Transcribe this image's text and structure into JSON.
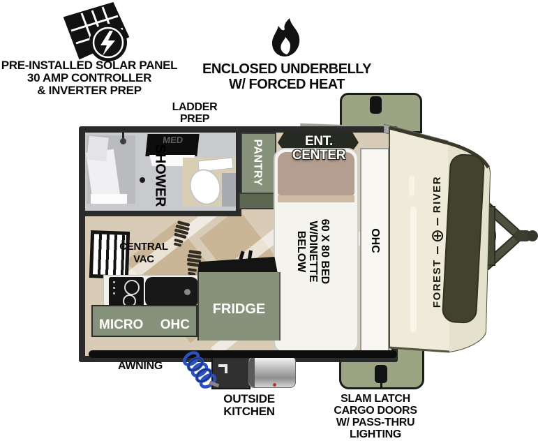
{
  "callouts": {
    "solar": {
      "icon": "solar-panel-icon",
      "lines": [
        "PRE-INSTALLED SOLAR PANEL",
        "30 AMP CONTROLLER",
        "& INVERTER PREP"
      ]
    },
    "underbelly": {
      "icon": "flame-icon",
      "lines": [
        "ENCLOSED UNDERBELLY",
        "W/ FORCED HEAT"
      ]
    },
    "ladder_prep": {
      "lines": [
        "LADDER",
        "PREP"
      ]
    },
    "awning": {
      "label": "AWNING"
    },
    "outside_kitchen": {
      "lines": [
        "OUTSIDE",
        "KITCHEN"
      ]
    },
    "slam_latch": {
      "lines": [
        "SLAM LATCH",
        "CARGO DOORS",
        "W/ PASS-THRU",
        "LIGHTING"
      ]
    }
  },
  "floorplan": {
    "shower_label": "SHOWER",
    "med_label": "MED",
    "pantry_label": "PANTRY",
    "ent_center_lines": [
      "ENT.",
      "CENTER"
    ],
    "bed_lines": [
      "60 X 80 BED",
      "W/DINETTE",
      "BELOW"
    ],
    "bed_ohc_label": "OHC",
    "central_vac_lines": [
      "CENTRAL",
      "VAC"
    ],
    "micro_label": "MICRO",
    "kitchen_ohc_label": "OHC",
    "fridge_label": "FRIDGE"
  },
  "brand": {
    "word_first": "FOREST",
    "word_second": "RIVER",
    "logo_icon": "forest-river-compass-icon"
  },
  "colors": {
    "cabinet_green": "#87927a",
    "cargo_door_green": "#9ba584",
    "front_cap_cream": "#eeebdb",
    "front_window_olive": "#43422e",
    "floor_tan": "#d8ccb6",
    "wall_dark": "#2b2b2b",
    "hose_blue": "#2b50c0",
    "text_black": "#0a0a0a"
  }
}
